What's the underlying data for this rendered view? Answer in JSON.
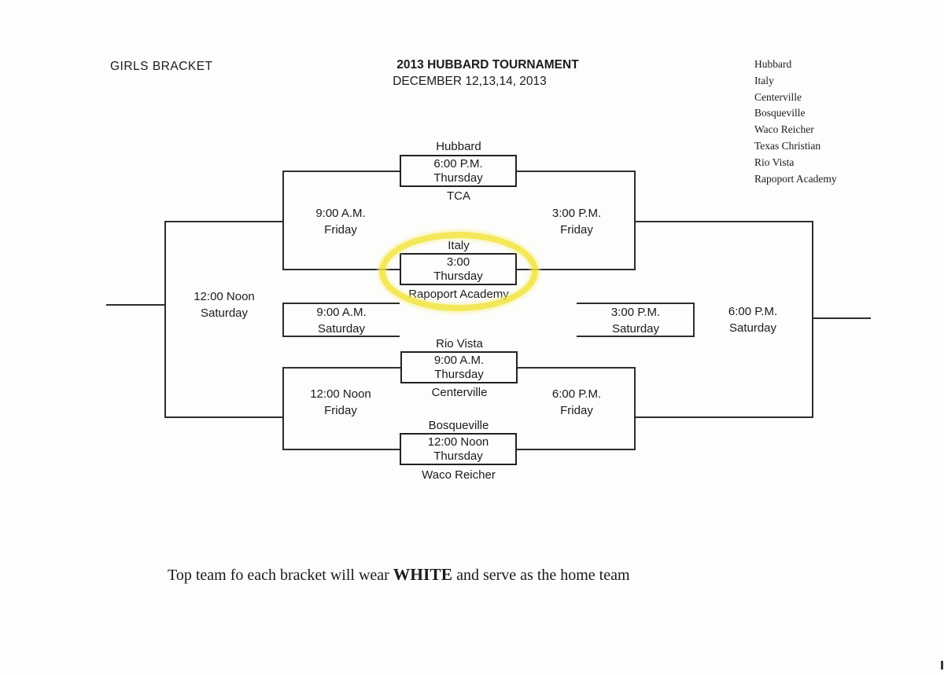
{
  "header": {
    "bracket_label": "GIRLS BRACKET",
    "title": "2013 HUBBARD TOURNAMENT",
    "date_line": "DECEMBER 12,13,14, 2013"
  },
  "team_list": {
    "teams": [
      "Hubbard",
      "Italy",
      "Centerville",
      "Bosqueville",
      "Waco Reicher",
      "Texas Christian",
      "Rio Vista",
      "Rapoport Academy"
    ]
  },
  "games": [
    {
      "top_team": "Hubbard",
      "time": "6:00 P.M.",
      "day": "Thursday",
      "bottom_team": "TCA",
      "highlighted": false
    },
    {
      "top_team": "Italy",
      "time": "3:00",
      "day": "Thursday",
      "bottom_team": "Rapoport Academy",
      "highlighted": true
    },
    {
      "top_team": "Rio Vista",
      "time": "9:00 A.M.",
      "day": "Thursday",
      "bottom_team": "Centerville",
      "highlighted": false
    },
    {
      "top_team": "Bosqueville",
      "time": "12:00 Noon",
      "day": "Thursday",
      "bottom_team": "Waco Reicher",
      "highlighted": false
    }
  ],
  "round_labels": {
    "left_semifinal_top": {
      "time": "9:00 A.M.",
      "day": "Friday"
    },
    "right_semi_top": {
      "time": "3:00 P.M.",
      "day": "Friday"
    },
    "championship_left": {
      "time": "12:00 Noon",
      "day": "Saturday"
    },
    "left_saturday_game": {
      "time": "9:00 A.M.",
      "day": "Saturday"
    },
    "left_semifinal_bottom": {
      "time": "12:00 Noon",
      "day": "Friday"
    },
    "right_semi_bottom": {
      "time": "6:00 P.M.",
      "day": "Friday"
    },
    "right_saturday_game": {
      "time": "3:00 P.M.",
      "day": "Saturday"
    },
    "right_final": {
      "time": "6:00 P.M.",
      "day": "Saturday"
    }
  },
  "footnote": {
    "prefix": "Top team fo each bracket will wear ",
    "emphasis": "WHITE",
    "suffix": " and serve as the home team"
  },
  "highlight": {
    "shape": "ellipse",
    "color": "#f0e334",
    "around_game": "Italy vs Rapoport Academy"
  }
}
